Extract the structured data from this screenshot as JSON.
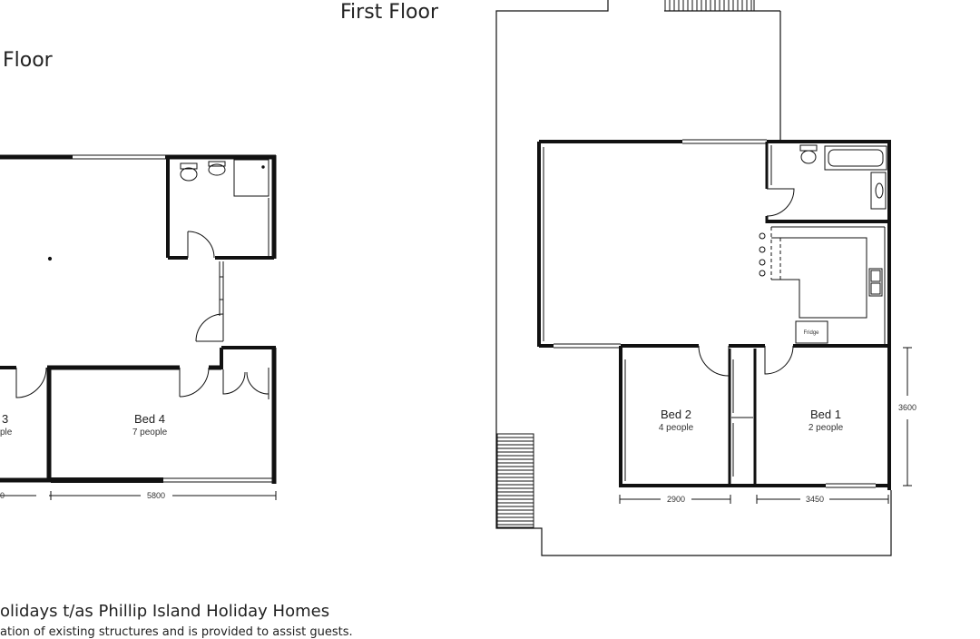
{
  "headings": {
    "first_floor": "First Floor",
    "ground_floor_partial": "Floor"
  },
  "ground_floor": {
    "rooms": [
      {
        "label": "3",
        "sub": "ple"
      },
      {
        "label": "Bed 4",
        "sub": "7 people"
      }
    ],
    "dimensions": [
      "0",
      "5800"
    ]
  },
  "first_floor": {
    "rooms": [
      {
        "label": "Bed 2",
        "sub": "4 people"
      },
      {
        "label": "Bed 1",
        "sub": "2 people"
      }
    ],
    "fixtures": {
      "fridge": "Fridge"
    },
    "dimensions": {
      "bed2_width": "2900",
      "bed1_width": "3450",
      "bed1_depth": "3600"
    }
  },
  "footer": {
    "line1": "olidays t/as Phillip Island Holiday Homes",
    "line2": "ation of existing structures and is provided to assist guests."
  }
}
